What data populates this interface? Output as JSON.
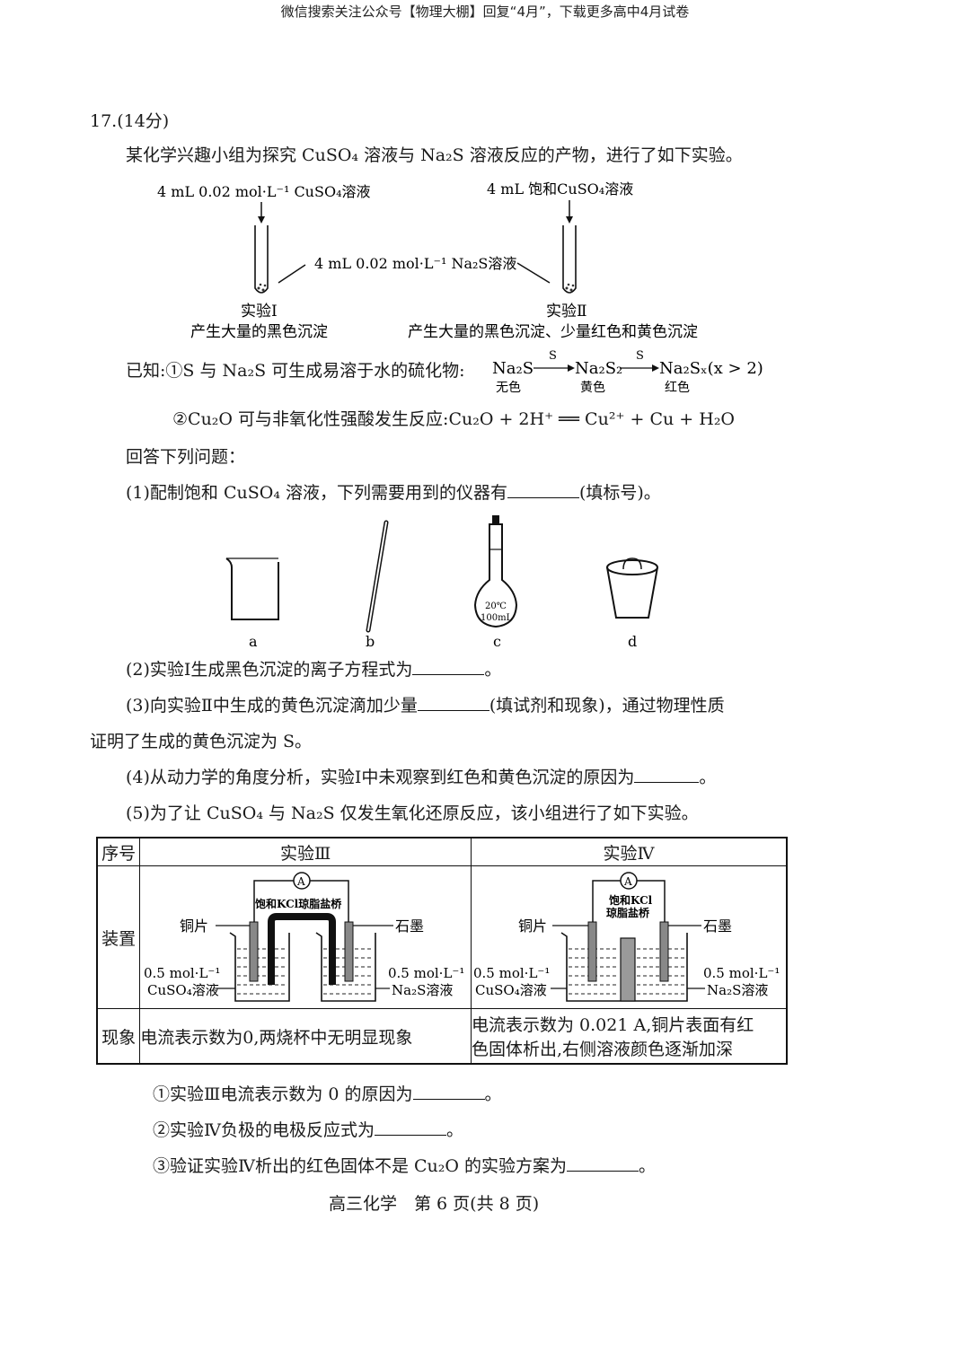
{
  "header": "微信搜索关注公众号【物理大棚】回复“4月”，下载更多高中4月试卷",
  "q17": {
    "title": "17.(14分)",
    "intro": "某化学兴趣小组为探究 CuSO₄ 溶液与 Na₂S 溶液反应的产物，进行了如下实验。",
    "setup": {
      "left_reagent": "4 mL 0.02 mol·L⁻¹ CuSO₄溶液",
      "right_reagent": "4 mL 饱和CuSO₄溶液",
      "middle_reagent": "4 mL 0.02 mol·L⁻¹ Na₂S溶液",
      "exp1_label": "实验Ⅰ",
      "exp1_result": "产生大量的黑色沉淀",
      "exp2_label": "实验Ⅱ",
      "exp2_result": "产生大量的黑色沉淀、少量红色和黄色沉淀"
    },
    "known1_prefix": "已知:①S 与 Na₂S 可生成易溶于水的硫化物:",
    "known1_chain": {
      "s1": "Na₂S",
      "arrow1": "S",
      "s2": "Na₂S₂",
      "arrow2": "S",
      "s3": "Na₂Sₓ(x > 2)",
      "c1": "无色",
      "c2": "黄色",
      "c3": "红色"
    },
    "known2": "②Cu₂O 可与非氧化性强酸发生反应:Cu₂O + 2H⁺ ══ Cu²⁺ + Cu + H₂O",
    "answer_prompt": "回答下列问题：",
    "p1": "(1)配制饱和 CuSO₄ 溶液，下列需要用到的仪器有",
    "p1_tail": "(填标号)。",
    "instruments": [
      "a",
      "b",
      "c",
      "d"
    ],
    "flask_text1": "20℃",
    "flask_text2": "100mL",
    "p2": "(2)实验Ⅰ生成黑色沉淀的离子方程式为",
    "p3": "(3)向实验Ⅱ中生成的黄色沉淀滴加少量",
    "p3_tail": "(填试剂和现象)，通过物理性质",
    "p3_line2": "证明了生成的黄色沉淀为 S。",
    "p4": "(4)从动力学的角度分析，实验Ⅰ中未观察到红色和黄色沉淀的原因为",
    "p5": "(5)为了让 CuSO₄ 与 Na₂S 仅发生氧化还原反应，该小组进行了如下实验。",
    "period": "。",
    "table": {
      "col0": "序号",
      "col1": "实验Ⅲ",
      "col2": "实验Ⅳ",
      "row1": "装置",
      "row2": "现象",
      "ammeter": "A",
      "bridge3": "饱和KCl琼脂盐桥",
      "bridge4a": "饱和KCl",
      "bridge4b": "琼脂盐桥",
      "copper": "铜片",
      "graphite": "石墨",
      "conc_left": "0.5 mol·L⁻¹",
      "sol_left": "CuSO₄溶液",
      "conc_right": "0.5 mol·L⁻¹",
      "sol_right": "Na₂S溶液",
      "obs3": "电流表示数为0,两烧杯中无明显现象",
      "obs4_line1": "电流表示数为 0.021 A,铜片表面有红",
      "obs4_line2": "色固体析出,右侧溶液颜色逐渐加深"
    },
    "s1": "①实验Ⅲ电流表示数为 0 的原因为",
    "s2": "②实验Ⅳ负极的电极反应式为",
    "s3": "③验证实验Ⅳ析出的红色固体不是 Cu₂O 的实验方案为"
  },
  "footer": "高三化学　第 6 页(共 8 页)"
}
